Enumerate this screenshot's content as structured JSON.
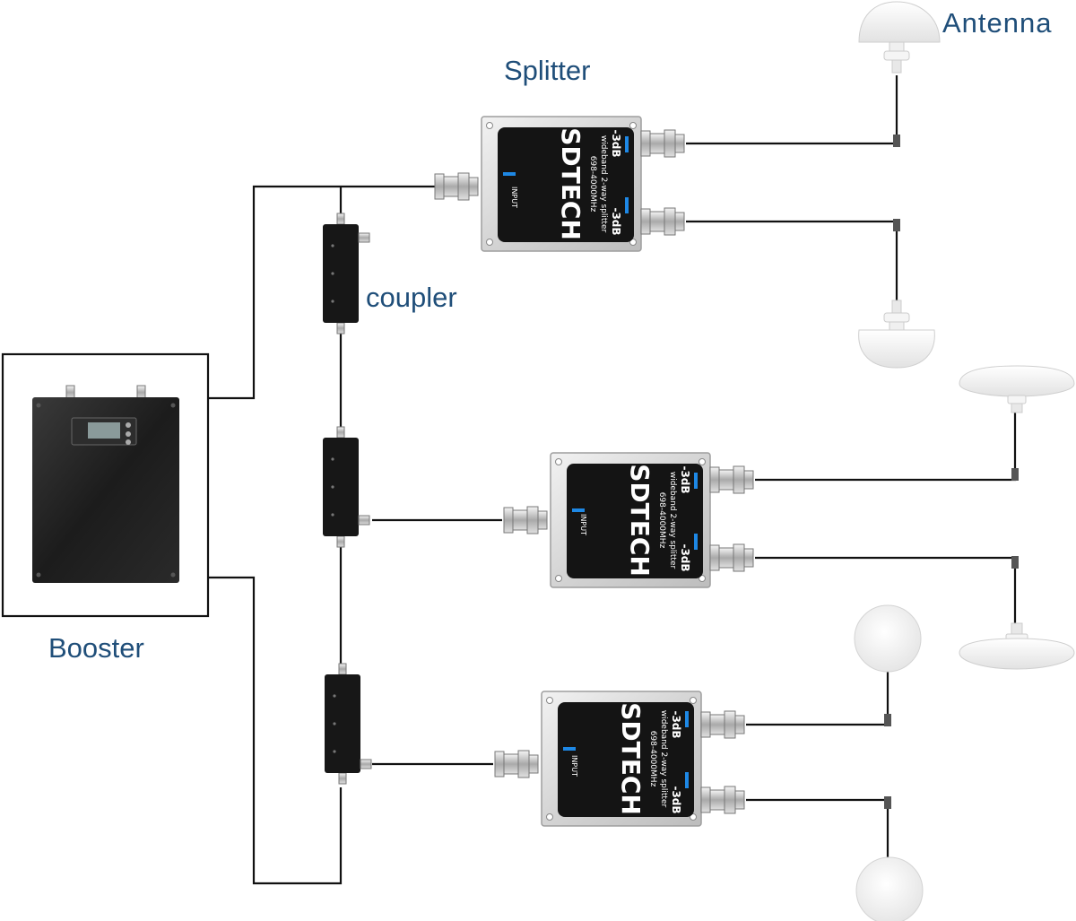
{
  "labels": {
    "antenna": "Antenna",
    "splitter": "Splitter",
    "coupler": "coupler",
    "booster": "Booster"
  },
  "splitter_device": {
    "brand": "SDTECH",
    "model": "698-4000MHz",
    "description": "wideband 2-way splitter",
    "port_out": "-3dB",
    "port_in": "INPUT"
  },
  "colors": {
    "label": "#1f4e79",
    "cable": "#111111",
    "accent": "#1e88e5",
    "device_body": "#1a1a1a",
    "housing": "#d9d9d9"
  }
}
